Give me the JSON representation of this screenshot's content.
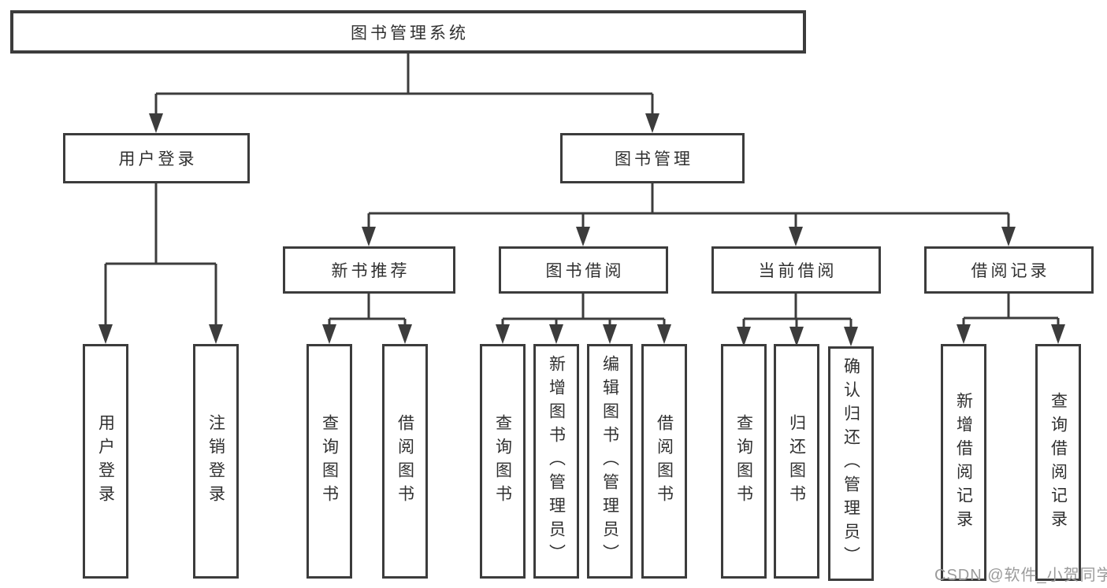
{
  "diagram": {
    "root": {
      "label": "图书管理系统"
    },
    "level2": {
      "user_login": {
        "label": "用户登录"
      },
      "book_mgmt": {
        "label": "图书管理"
      }
    },
    "level3": {
      "new_books": {
        "label": "新书推荐"
      },
      "book_borrow": {
        "label": "图书借阅"
      },
      "current_borrow": {
        "label": "当前借阅"
      },
      "borrow_records": {
        "label": "借阅记录"
      }
    },
    "leaves": {
      "user_login_leaf": {
        "label": "用户登录"
      },
      "logout": {
        "label": "注销登录"
      },
      "nb_query_books": {
        "label": "查询图书"
      },
      "nb_borrow_books": {
        "label": "借阅图书"
      },
      "bb_query_books": {
        "label": "查询图书"
      },
      "bb_add_books": {
        "label": "新增图书（管理员）"
      },
      "bb_edit_books": {
        "label": "编辑图书（管理员）"
      },
      "bb_borrow_books": {
        "label": "借阅图书"
      },
      "cb_query_books": {
        "label": "查询图书"
      },
      "cb_return_books": {
        "label": "归还图书"
      },
      "cb_confirm_return": {
        "label": "确认归还（管理员）"
      },
      "br_add_record": {
        "label": "新增借阅记录"
      },
      "br_query_record": {
        "label": "查询借阅记录"
      }
    },
    "watermark": "CSDN @软件_小贺同学",
    "colors": {
      "line": "#3c3c3c",
      "text": "#303030",
      "watermark": "#9b9b9b",
      "background": "#ffffff"
    }
  }
}
